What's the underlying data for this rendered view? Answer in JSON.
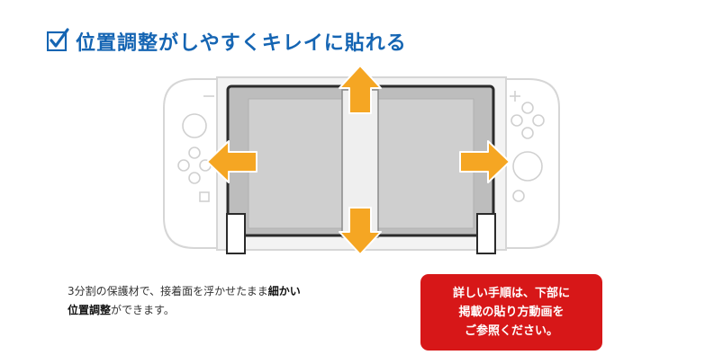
{
  "header": {
    "title": "位置調整がしやすくキレイに貼れる",
    "check_icon": "checkbox-check-icon",
    "title_color": "#1565b3"
  },
  "caption": {
    "line1_text": "3分割の保護材で、接着面を浮かせたまま",
    "line1_bold": "細かい",
    "line2_bold": "位置調整",
    "line2_text": "ができます。"
  },
  "notice": {
    "line1": "詳しい手順は、下部に",
    "line2": "掲載の貼り方動画を",
    "line3": "ご参照ください。",
    "color": "#d71718"
  },
  "illustration": {
    "arrow_color": "#f5a623",
    "arrow_icons": [
      "arrow-up-icon",
      "arrow-down-icon",
      "arrow-left-icon",
      "arrow-right-icon"
    ]
  }
}
